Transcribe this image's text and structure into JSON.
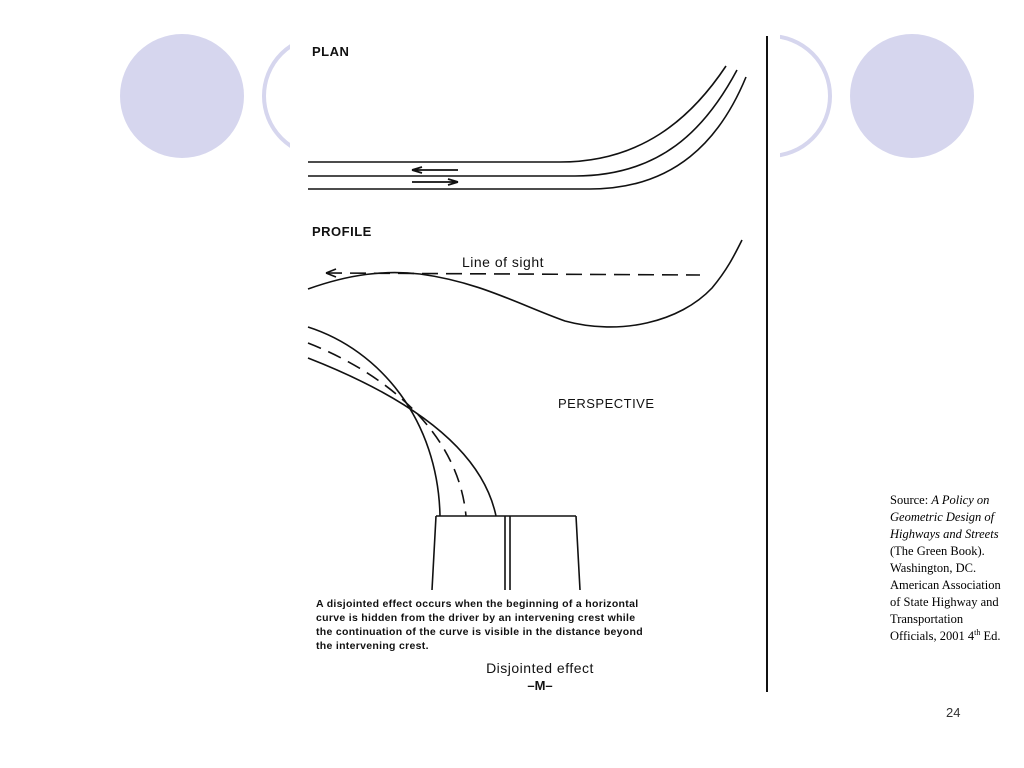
{
  "figure": {
    "plan_label": "PLAN",
    "profile_label": "PROFILE",
    "line_of_sight_label": "Line of sight",
    "perspective_label": "PERSPECTIVE",
    "caption_lines": [
      "A disjointed effect occurs when the beginning of a horizontal",
      "curve is hidden from the driver by an intervening crest while",
      "the continuation of the curve is visible in the distance beyond",
      "the intervening crest."
    ],
    "title": "Disjointed effect",
    "code": "–M–"
  },
  "source": {
    "prefix": "Source: ",
    "book_title": "A Policy on Geometric Design of Highways and Streets",
    "after_title": " (The Green Book). Washington, DC. American Association of State Highway and Transportation Officials, 2001 4",
    "superscript": "th",
    "suffix": " Ed."
  },
  "slide_number": "24",
  "colors": {
    "accent_circle": "#d6d6ee",
    "ink": "#111111"
  }
}
